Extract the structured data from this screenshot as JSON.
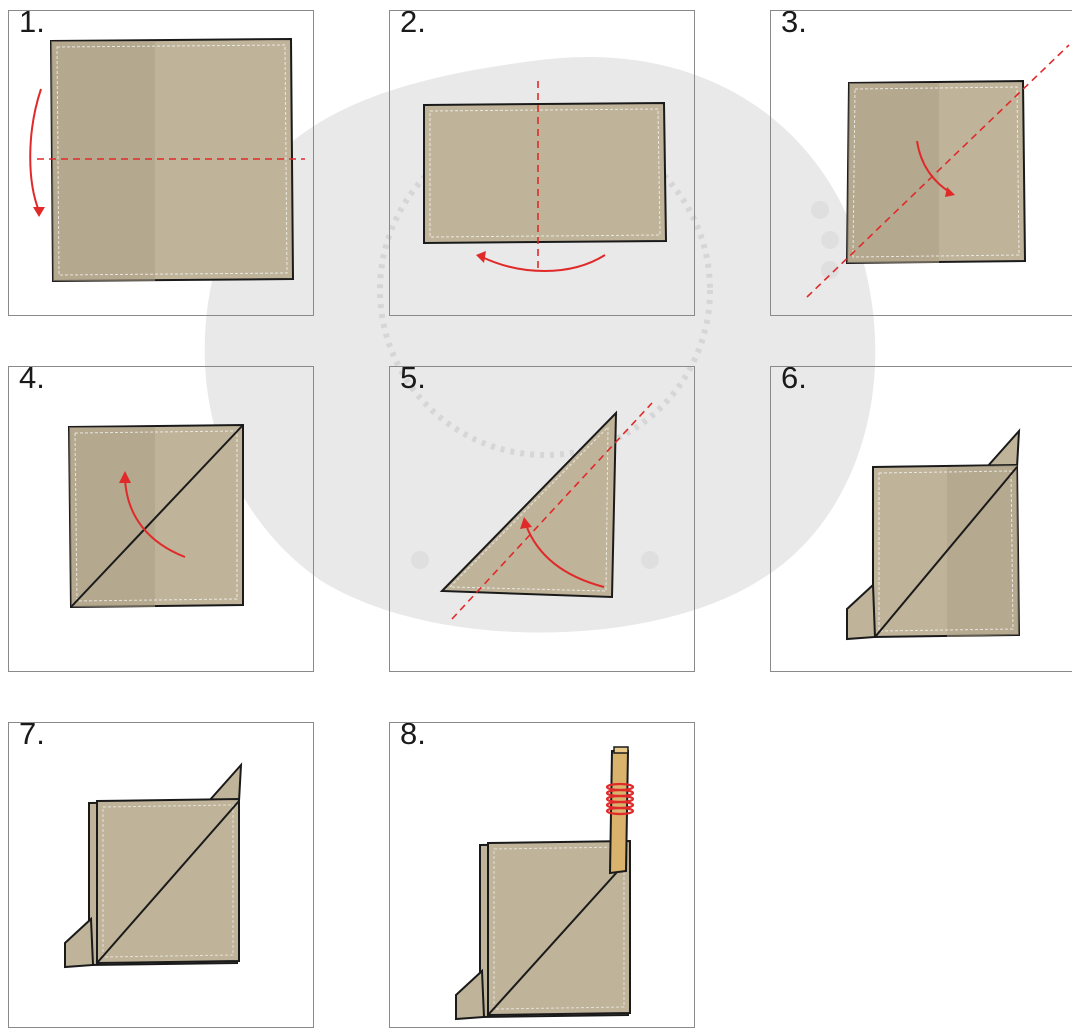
{
  "diagram": {
    "steps": [
      {
        "number": "1."
      },
      {
        "number": "2."
      },
      {
        "number": "3."
      },
      {
        "number": "4."
      },
      {
        "number": "5."
      },
      {
        "number": "6."
      },
      {
        "number": "7."
      },
      {
        "number": "8."
      }
    ]
  },
  "colors": {
    "cloth": "#bfb39a",
    "cloth_dark": "#ab9f86",
    "fold_line": "#e02a2a",
    "outline": "#1a1a1a",
    "stick": "#d9b26b",
    "string": "#e02a2a"
  }
}
